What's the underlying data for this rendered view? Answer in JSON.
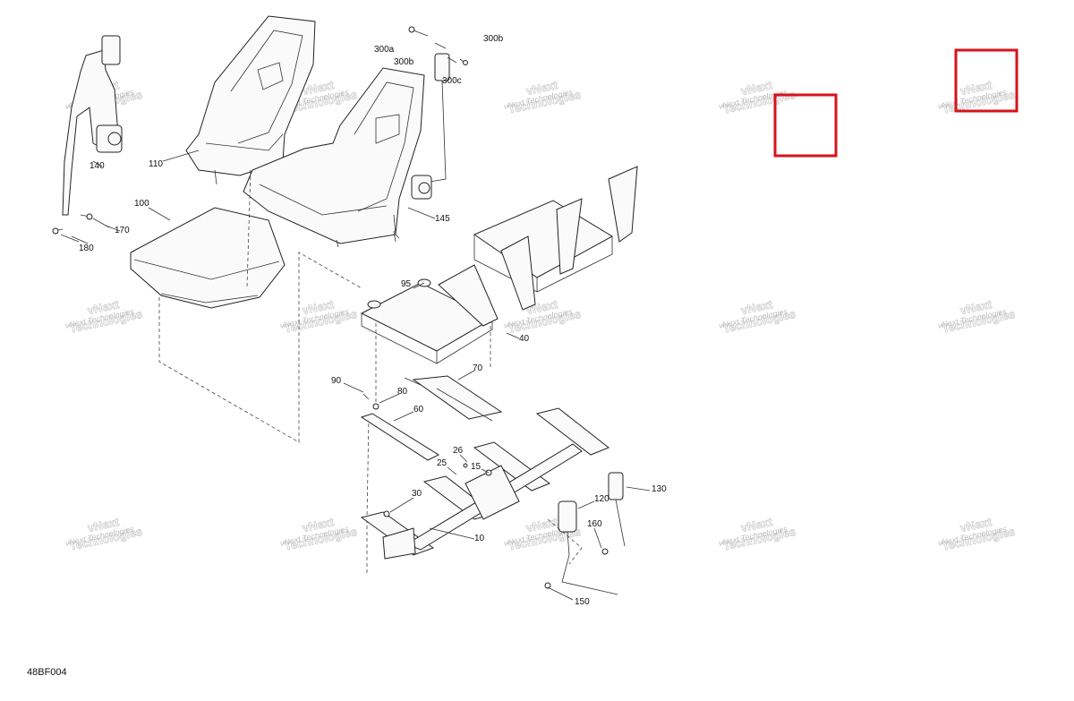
{
  "diagram": {
    "code": "48BF004",
    "labels": [
      {
        "id": "300a",
        "text": "300a"
      },
      {
        "id": "300b_1",
        "text": "300b"
      },
      {
        "id": "300b_2",
        "text": "300b"
      },
      {
        "id": "300c",
        "text": "300c"
      },
      {
        "id": "110",
        "text": "110"
      },
      {
        "id": "140",
        "text": "140"
      },
      {
        "id": "100",
        "text": "100"
      },
      {
        "id": "170",
        "text": "170"
      },
      {
        "id": "180",
        "text": "180"
      },
      {
        "id": "145",
        "text": "145"
      },
      {
        "id": "95",
        "text": "95"
      },
      {
        "id": "40",
        "text": "40"
      },
      {
        "id": "70",
        "text": "70"
      },
      {
        "id": "90",
        "text": "90"
      },
      {
        "id": "80",
        "text": "80"
      },
      {
        "id": "60",
        "text": "60"
      },
      {
        "id": "26",
        "text": "26"
      },
      {
        "id": "25",
        "text": "25"
      },
      {
        "id": "15",
        "text": "15"
      },
      {
        "id": "30",
        "text": "30"
      },
      {
        "id": "10",
        "text": "10"
      },
      {
        "id": "120",
        "text": "120"
      },
      {
        "id": "130",
        "text": "130"
      },
      {
        "id": "160",
        "text": "160"
      },
      {
        "id": "150",
        "text": "150"
      }
    ],
    "watermark": {
      "line1": "vNext Technologies",
      "line2": "vNext",
      "line3": "Technologies"
    },
    "highlight_color": "#d9121b"
  }
}
